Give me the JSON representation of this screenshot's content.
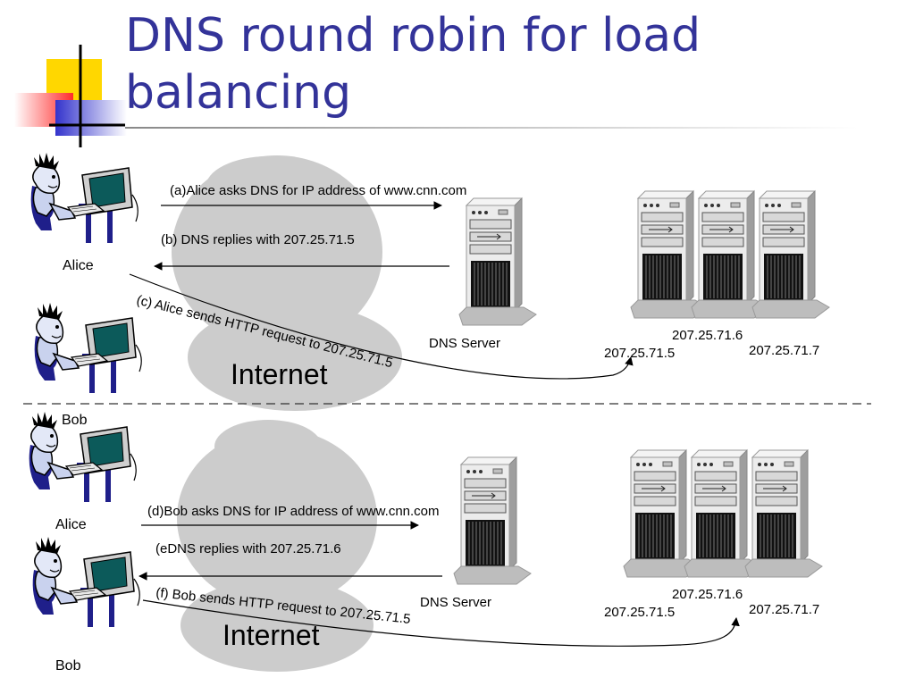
{
  "title": "DNS round robin for load balancing",
  "colors": {
    "title": "#333399",
    "cloud": "#cccccc",
    "accent_yellow": "#ffd700",
    "accent_red": "#ff3333",
    "accent_blue": "#3333cc"
  },
  "top": {
    "user1": "Alice",
    "user2": "Bob",
    "msg_a": "(a)Alice asks DNS for IP address of www.cnn.com",
    "msg_b": "(b) DNS replies with 207.25.71.5",
    "msg_c": "(c) Alice sends HTTP request to 207.25.71.5",
    "dns_label": "DNS Server",
    "internet": "Internet",
    "ip1": "207.25.71.5",
    "ip2": "207.25.71.6",
    "ip3": "207.25.71.7"
  },
  "bottom": {
    "user1": "Alice",
    "user2": "Bob",
    "msg_d": "(d)Bob asks DNS for IP address of www.cnn.com",
    "msg_e": "(eDNS replies with 207.25.71.6",
    "msg_f": "(f) Bob sends HTTP request to 207.25.71.5",
    "dns_label": "DNS Server",
    "internet": "Internet",
    "ip1": "207.25.71.5",
    "ip2": "207.25.71.6",
    "ip3": "207.25.71.7"
  }
}
